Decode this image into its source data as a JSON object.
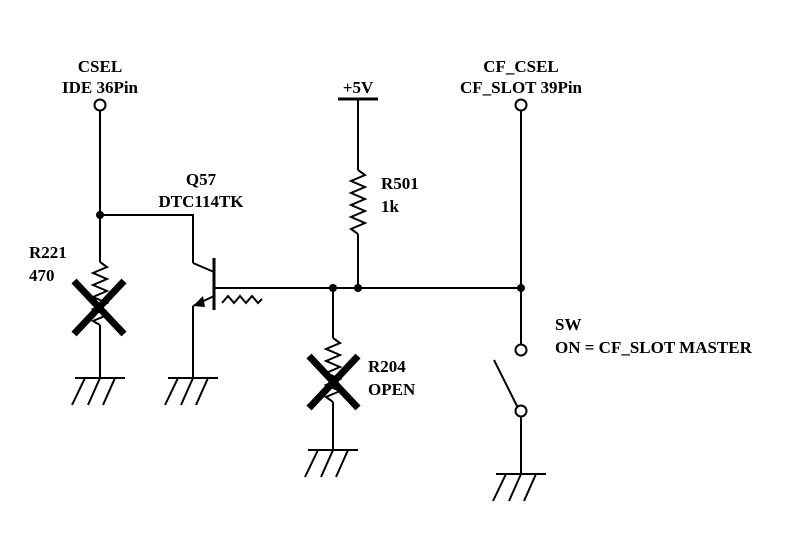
{
  "nets": {
    "csel": {
      "name": "CSEL",
      "pin": "IDE 36Pin"
    },
    "cf_csel": {
      "name": "CF_CSEL",
      "pin": "CF_SLOT 39Pin"
    },
    "power": {
      "name": "+5V"
    }
  },
  "components": {
    "q57": {
      "ref": "Q57",
      "part": "DTC114TK"
    },
    "r501": {
      "ref": "R501",
      "value": "1k"
    },
    "r221": {
      "ref": "R221",
      "value": "470"
    },
    "r204": {
      "ref": "R204",
      "value": "OPEN"
    },
    "sw": {
      "ref": "SW",
      "note": "ON = CF_SLOT MASTER"
    }
  },
  "colors": {
    "ink": "#000000",
    "background": "#ffffff"
  }
}
